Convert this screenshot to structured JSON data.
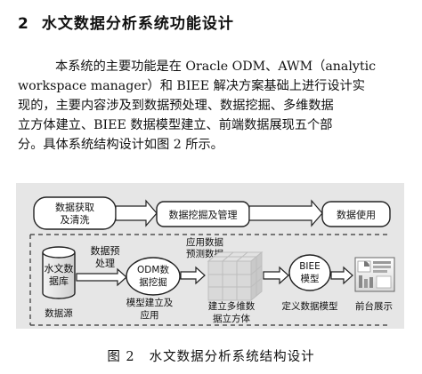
{
  "section": {
    "number": "2",
    "title": "水文数据分析系统功能设计"
  },
  "paragraph": {
    "lines": [
      "本系统的主要功能是在 Oracle ODM、AWM（analytic",
      "workspace manager）和 BIEE 解决方案基础上进行设计实",
      "现的，主要内容涉及到数据预处理、数据挖掘、多维数据",
      "立方体建立、BIEE 数据模型建立、前端数据展现五个部",
      "分。具体系统结构设计如图 2 所示。"
    ]
  },
  "diagram": {
    "top_row": {
      "acquire": [
        "数据获取",
        "及清洗"
      ],
      "mining_mgmt": "数据挖掘及管理",
      "usage": "数据使用"
    },
    "apply_label": [
      "应用数据",
      "预测数据"
    ],
    "preprocess_label": [
      "数据预",
      "处理"
    ],
    "database": [
      "水文数",
      "据库"
    ],
    "data_source": "数据源",
    "odm": [
      "ODM数",
      "据挖掘"
    ],
    "model_build": [
      "模型建立及",
      "应用"
    ],
    "cube_build": [
      "建立多维数",
      "据立方体"
    ],
    "biee": [
      "BIEE",
      "模型"
    ],
    "define_model": "定义数据模型",
    "frontend": "前台展示"
  },
  "caption": {
    "figure_number": "图 2",
    "title": "水文数据分析系统结构设计"
  }
}
